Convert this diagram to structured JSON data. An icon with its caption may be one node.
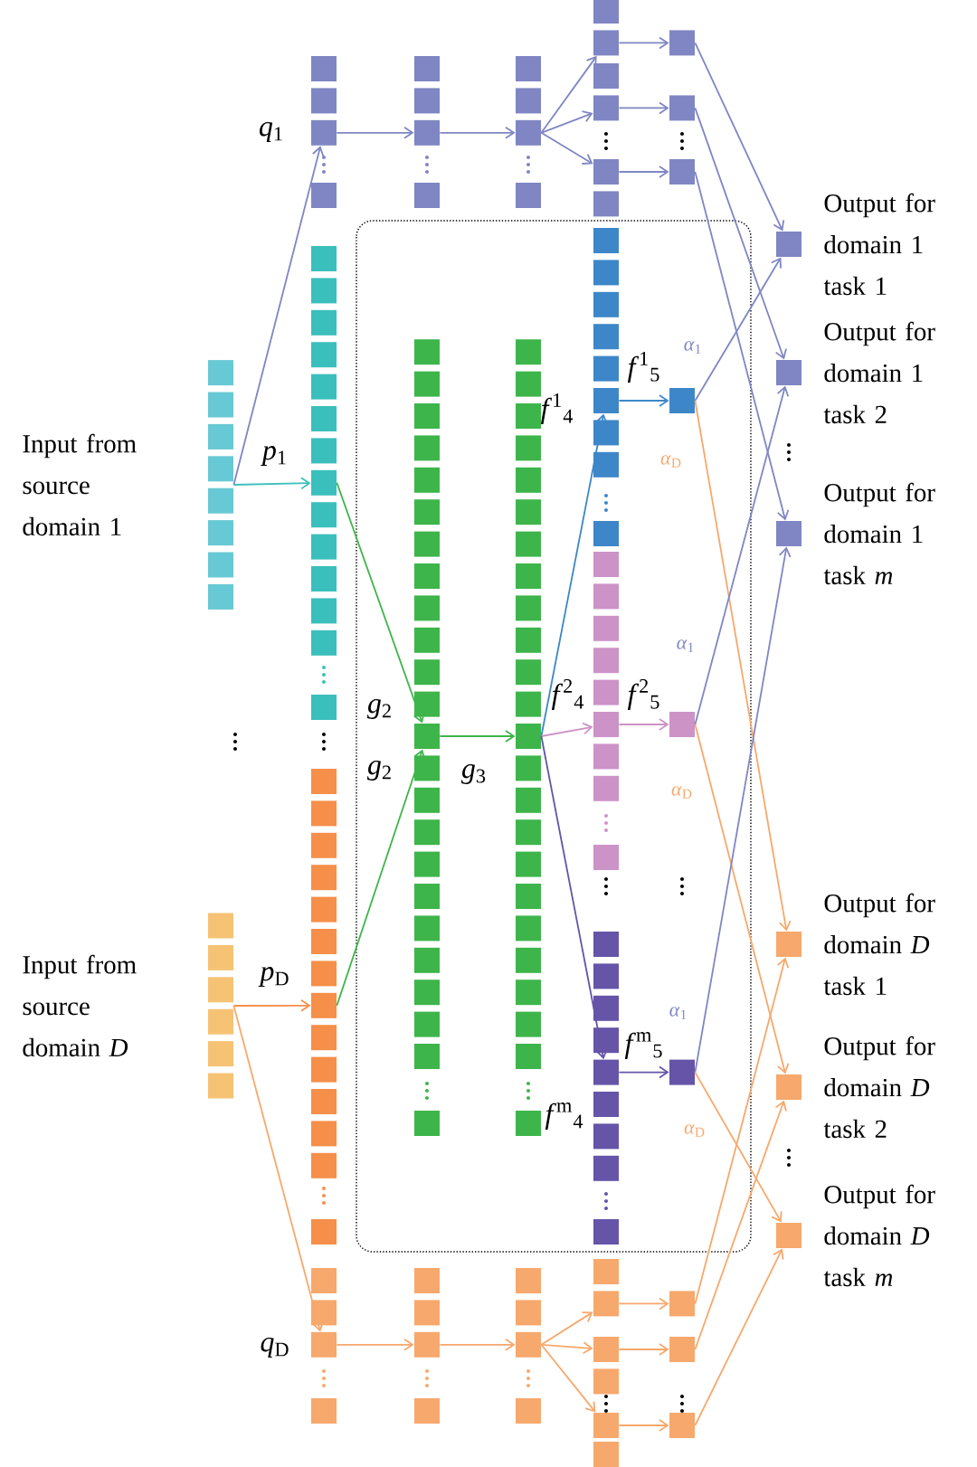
{
  "diagram": {
    "nodes": [
      {
        "text": [],
        "shape": "bar",
        "beside": [
          "Input from source domain 1"
        ]
      },
      {
        "text": [],
        "shape": "box"
      },
      {
        "text": [],
        "shape": "box"
      },
      {
        "text": [],
        "shape": "box"
      },
      {
        "text": [],
        "shape": "box"
      },
      {
        "text": [],
        "shape": "box"
      },
      {
        "text": [],
        "shape": "box"
      },
      {
        "text": [],
        "shape": "box"
      },
      {
        "text": [],
        "shape": "box"
      },
      {
        "text": [],
        "shape": "box"
      },
      {
        "text": [],
        "shape": "box"
      },
      {
        "text": [],
        "shape": "box"
      },
      {
        "text": [],
        "shape": "box"
      },
      {
        "text": [],
        "shape": "box"
      },
      {
        "text": [],
        "shape": "box"
      },
      {
        "text": [],
        "shape": "box"
      },
      {
        "text": [],
        "shape": "box"
      },
      {
        "text": [],
        "shape": "box"
      },
      {
        "text": [],
        "shape": "box"
      },
      {
        "text": [],
        "shape": "bar",
        "beside": [
          "Input from source domain *D*"
        ]
      },
      {
        "text": [],
        "shape": "box"
      },
      {
        "text": [],
        "shape": "box"
      },
      {
        "text": [],
        "shape": "box"
      },
      {
        "text": [],
        "shape": "box"
      },
      {
        "text": [],
        "shape": "box"
      },
      {
        "text": [],
        "shape": "box"
      },
      {
        "text": [],
        "shape": "box"
      },
      {
        "text": [],
        "shape": "box"
      },
      {
        "text": [],
        "shape": "box"
      },
      {
        "text": [],
        "shape": "box"
      },
      {
        "text": [],
        "shape": "box",
        "beside": [
          "Output for domain 1 task 1"
        ]
      },
      {
        "text": [],
        "shape": "box",
        "beside": [
          "Output for domain 1 task 2"
        ]
      },
      {
        "text": [],
        "shape": "box",
        "beside": [
          "Output for domain 1 task *m*"
        ]
      },
      {
        "text": [],
        "shape": "box",
        "beside": [
          "Output for domain *D* task 1"
        ]
      },
      {
        "text": [],
        "shape": "box",
        "beside": [
          "Output for domain *D* task 2"
        ]
      },
      {
        "text": [],
        "shape": "box",
        "beside": [
          "Output for domain *D* task *m*"
        ]
      }
    ],
    "edges": [
      {
        "from": 0,
        "to": 1,
        "arrow": "to",
        "color": "#7f86c3",
        "label": "*q*$_{1}$"
      },
      {
        "from": 0,
        "to": 10,
        "arrow": "to",
        "color": "#3bbfbc",
        "label": "*p*$_{1}$"
      },
      {
        "from": 1,
        "to": 2,
        "arrow": "to",
        "color": "#7f86c3"
      },
      {
        "from": 2,
        "to": 3,
        "arrow": "to",
        "color": "#7f86c3"
      },
      {
        "from": 3,
        "to": 4,
        "arrow": "to",
        "color": "#7f86c3"
      },
      {
        "from": 3,
        "to": 5,
        "arrow": "to",
        "color": "#7f86c3"
      },
      {
        "from": 3,
        "to": 6,
        "arrow": "to",
        "color": "#7f86c3"
      },
      {
        "from": 4,
        "to": 7,
        "arrow": "to",
        "color": "#7f86c3"
      },
      {
        "from": 5,
        "to": 8,
        "arrow": "to",
        "color": "#7f86c3"
      },
      {
        "from": 6,
        "to": 9,
        "arrow": "to",
        "color": "#7f86c3"
      },
      {
        "from": 7,
        "to": 30,
        "arrow": "to",
        "color": "#7f86c3"
      },
      {
        "from": 8,
        "to": 31,
        "arrow": "to",
        "color": "#7f86c3"
      },
      {
        "from": 9,
        "to": 32,
        "arrow": "to",
        "color": "#7f86c3"
      },
      {
        "from": 10,
        "to": 11,
        "arrow": "to",
        "color": "#3db54a",
        "label": "*g*$_{2}$"
      },
      {
        "from": 20,
        "to": 11,
        "arrow": "to",
        "color": "#3db54a",
        "label": "*g*$_{2}$"
      },
      {
        "from": 11,
        "to": 12,
        "arrow": "to",
        "color": "#3db54a",
        "label": "*g*$_{3}$"
      },
      {
        "from": 12,
        "to": 13,
        "arrow": "to",
        "color": "#3d87c9",
        "label": "*f*$^{1}$$_{4}$"
      },
      {
        "from": 12,
        "to": 14,
        "arrow": "to",
        "color": "#cc93c7",
        "label": "*f*$^{2}$$_{4}$"
      },
      {
        "from": 12,
        "to": 15,
        "arrow": "to",
        "color": "#6554a8",
        "label": "*f*$^{m}$$_{4}$"
      },
      {
        "from": 13,
        "to": 16,
        "arrow": "to",
        "color": "#3d87c9",
        "label": "*f*$^{1}$$_{5}$"
      },
      {
        "from": 14,
        "to": 17,
        "arrow": "to",
        "color": "#cc93c7",
        "label": "*f*$^{2}$$_{5}$"
      },
      {
        "from": 15,
        "to": 18,
        "arrow": "to",
        "color": "#6554a8",
        "label": "*f*$^{m}$$_{5}$"
      },
      {
        "from": 16,
        "to": 30,
        "arrow": "to",
        "color": "#7f86c3",
        "label": "*α*$_{1}$"
      },
      {
        "from": 16,
        "to": 33,
        "arrow": "to",
        "color": "#f7a86c",
        "label": "*α*$_{D}$"
      },
      {
        "from": 17,
        "to": 31,
        "arrow": "to",
        "color": "#7f86c3",
        "label": "*α*$_{1}$"
      },
      {
        "from": 17,
        "to": 34,
        "arrow": "to",
        "color": "#f7a86c",
        "label": "*α*$_{D}$"
      },
      {
        "from": 18,
        "to": 32,
        "arrow": "to",
        "color": "#7f86c3",
        "label": "*α*$_{1}$"
      },
      {
        "from": 18,
        "to": 35,
        "arrow": "to",
        "color": "#f7a86c",
        "label": "*α*$_{D}$"
      },
      {
        "from": 19,
        "to": 20,
        "arrow": "to",
        "color": "#f58f49",
        "label": "*p*$_{D}$"
      },
      {
        "from": 19,
        "to": 21,
        "arrow": "to",
        "color": "#f7a86c",
        "label": "*q*$_{D}$"
      },
      {
        "from": 21,
        "to": 22,
        "arrow": "to",
        "color": "#f7a86c"
      },
      {
        "from": 22,
        "to": 23,
        "arrow": "to",
        "color": "#f7a86c"
      },
      {
        "from": 23,
        "to": 24,
        "arrow": "to",
        "color": "#f7a86c"
      },
      {
        "from": 23,
        "to": 25,
        "arrow": "to",
        "color": "#f7a86c"
      },
      {
        "from": 23,
        "to": 26,
        "arrow": "to",
        "color": "#f7a86c"
      },
      {
        "from": 24,
        "to": 27,
        "arrow": "to",
        "color": "#f7a86c"
      },
      {
        "from": 25,
        "to": 28,
        "arrow": "to",
        "color": "#f7a86c"
      },
      {
        "from": 26,
        "to": 29,
        "arrow": "to",
        "color": "#f7a86c"
      },
      {
        "from": 27,
        "to": 33,
        "arrow": "to",
        "color": "#f7a86c"
      },
      {
        "from": 28,
        "to": 34,
        "arrow": "to",
        "color": "#f7a86c"
      },
      {
        "from": 29,
        "to": 35,
        "arrow": "to",
        "color": "#f7a86c"
      }
    ]
  }
}
